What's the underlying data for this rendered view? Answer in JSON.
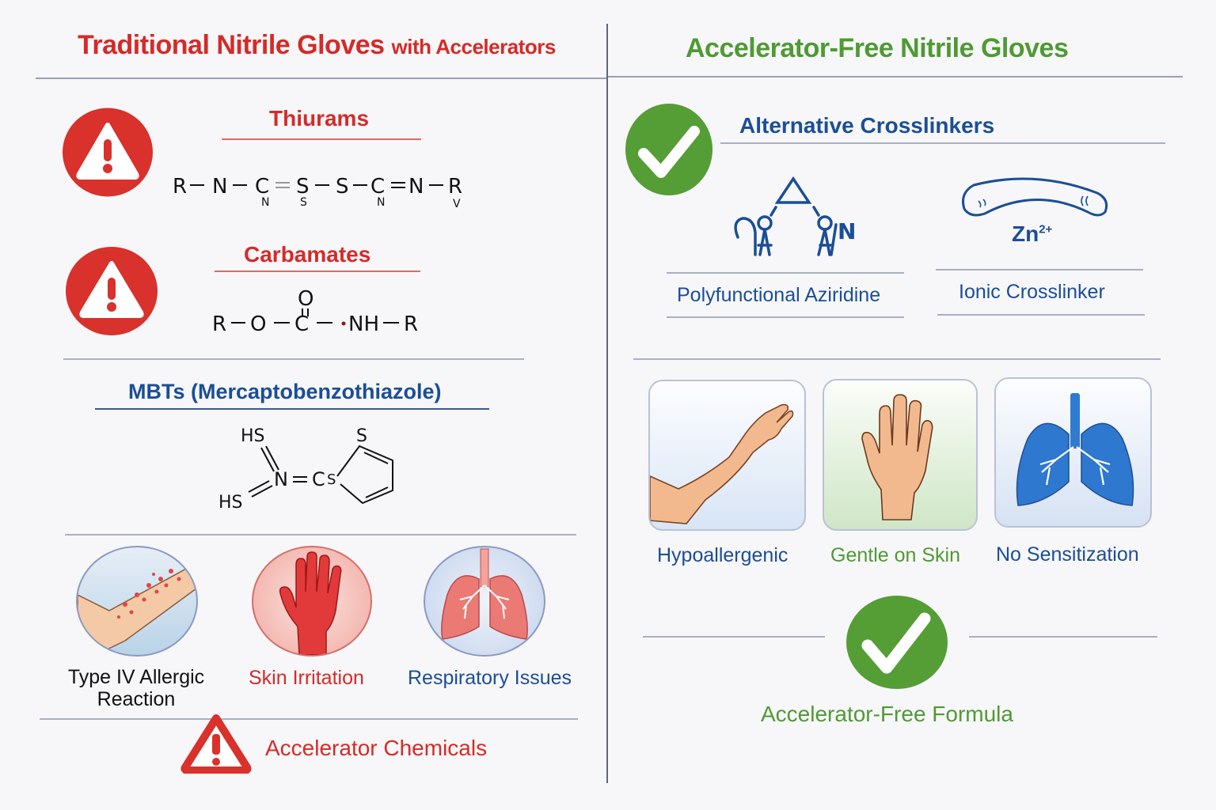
{
  "left_panel": {
    "title_main": "Traditional Nitrile Gloves",
    "title_suffix": "with Accelerators",
    "sections": [
      {
        "name": "Thiurams",
        "icon": "warning-circle-icon",
        "formula": {
          "main": [
            "R",
            "N",
            "C",
            "S",
            "S",
            "C",
            "N",
            "R"
          ],
          "bonds": [
            "—",
            "—",
            "=",
            "—",
            "—",
            "=",
            "—"
          ],
          "subscripts": [
            "N",
            "S",
            "N",
            "V"
          ]
        }
      },
      {
        "name": "Carbamates",
        "icon": "warning-circle-icon",
        "formula": {
          "top": "O",
          "main": "R—O—C—•NH—R"
        }
      },
      {
        "name": "MBTs (Mercaptobenzothiazole)",
        "formula": {
          "labels": [
            "HS",
            "HS",
            "N",
            "=",
            "C",
            "S",
            "S"
          ]
        }
      }
    ],
    "effects": [
      {
        "label": "Type IV Allergic Reaction",
        "line1": "Type IV Allergic",
        "line2": "Reaction",
        "icon": "rash-arm-icon",
        "color": "#111111"
      },
      {
        "label": "Skin Irritation",
        "icon": "red-hand-icon",
        "color": "#d52b28"
      },
      {
        "label": "Respiratory Issues",
        "icon": "inflamed-lungs-icon",
        "color": "#1b4e96"
      }
    ],
    "footer": {
      "label": "Accelerator Chemicals",
      "icon": "warning-triangle-icon"
    }
  },
  "right_panel": {
    "title": "Accelerator-Free Nitrile Gloves",
    "section_title": "Alternative Crosslinkers",
    "section_icon": "check-circle-icon",
    "crosslinkers": [
      {
        "label": "Polyfunctional Aziridine",
        "icon": "aziridine-structure-icon",
        "atom": "N"
      },
      {
        "label": "Ionic Crosslinker",
        "icon": "ionic-bridge-icon",
        "ion": "Zn",
        "charge": "2+"
      }
    ],
    "benefits": [
      {
        "label": "Hypoallergenic",
        "icon": "healthy-arm-icon",
        "color": "#1b4e96"
      },
      {
        "label": "Gentle on Skin",
        "icon": "healthy-hand-icon",
        "color": "#4f9a33"
      },
      {
        "label": "No Sensitization",
        "icon": "healthy-lungs-icon",
        "color": "#1b4e96"
      }
    ],
    "footer": {
      "label": "Accelerator-Free Formula",
      "icon": "check-circle-icon"
    }
  },
  "colors": {
    "danger": "#d52b28",
    "success": "#4f9a33",
    "accent_blue": "#1b4e96",
    "divider": "#9aa0b4",
    "background": "#f7f7f9"
  }
}
